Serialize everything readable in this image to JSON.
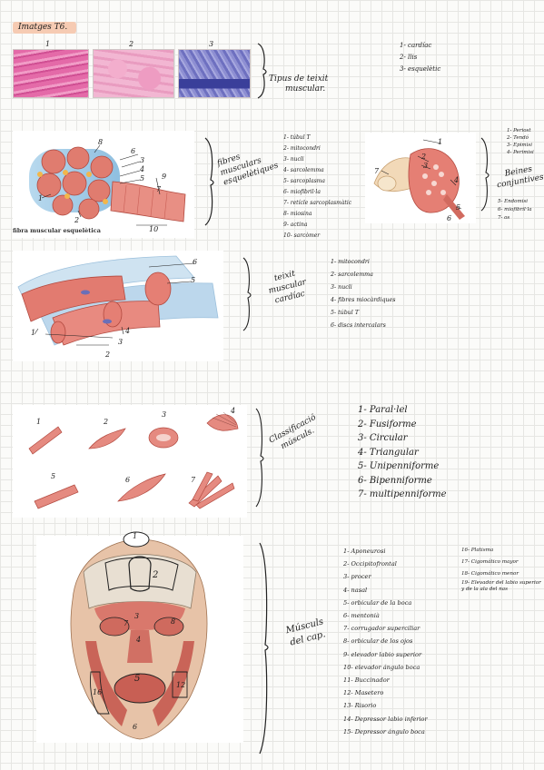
{
  "header": {
    "title": "Imatges T6."
  },
  "tissue": {
    "panel_numbers": [
      "1",
      "2",
      "3"
    ],
    "label": [
      "Tipus de teixit",
      "muscular."
    ],
    "list": [
      "1- cardíac",
      "2- llis",
      "3- esquelètic"
    ]
  },
  "fibre": {
    "caption": "fibra muscular esquelètica",
    "fig_numbers": [
      "1",
      "2",
      "3",
      "4",
      "5",
      "6",
      "7",
      "8",
      "9",
      "10"
    ],
    "label": [
      "fibres",
      "musculars",
      "esquelètiques"
    ],
    "list": [
      "1- túbul T",
      "2- mitocondri",
      "3- nucli",
      "4- sarcolemma",
      "5- sarcoplasma",
      "6- miofibril·la",
      "7- retícle sarcoplasmàtic",
      "8- miosina",
      "9- actina",
      "10- sarcòmer"
    ],
    "sheath_numbers": [
      "1",
      "2",
      "3",
      "4",
      "5",
      "6",
      "7"
    ],
    "sheath_label": [
      "Beines",
      "conjuntives"
    ],
    "sheath_list": [
      "1- Periost",
      "2- Tendó",
      "3- Epimisi",
      "4- Perimisi",
      "5- Endomisi",
      "6- miofibril·la",
      "7- os"
    ]
  },
  "cardiac": {
    "fig_numbers": [
      "1",
      "2",
      "3",
      "4",
      "5",
      "6"
    ],
    "label": [
      "teixit",
      "muscular",
      "cardíac"
    ],
    "list": [
      "1- mitocondri",
      "2- sarcolemma",
      "3- nucli",
      "4- fibres miocàrdiques",
      "5- túbul T",
      "6- discs intercalars"
    ]
  },
  "classification": {
    "fig_numbers": [
      "1",
      "2",
      "3",
      "4",
      "5",
      "6",
      "7"
    ],
    "label": [
      "Classificació",
      "músculs."
    ],
    "list": [
      "1- Paral·lel",
      "2- Fusiforme",
      "3- Circular",
      "4- Triangular",
      "5- Unipenniforme",
      "6- Bipenniforme",
      "7- multipenniforme"
    ]
  },
  "head": {
    "fig_numbers": [
      "1",
      "2",
      "3",
      "4",
      "5",
      "6",
      "7",
      "8",
      "12",
      "16"
    ],
    "label": [
      "Músculs",
      "del cap."
    ],
    "list_a": [
      "1- Aponeurosi",
      "2- Occipitofrontal",
      "3- procer",
      "4- nasal",
      "5- orbicular de la boca",
      "6- mentonià",
      "7- corrugador superciliar",
      "8- orbicular de los ojos",
      "9- elevador labio superior",
      "10- elevador ángulo boca",
      "11- Buccinador",
      "12- Masetero",
      "13- Risorio",
      "14- Depressor labio inferior",
      "15- Depressor ángulo boca"
    ],
    "list_b": [
      "16- Platisma",
      "17- Cigomático mayor",
      "18- Cigomático menor",
      "19- Elevador del labio superior y de la ala del nas"
    ]
  }
}
